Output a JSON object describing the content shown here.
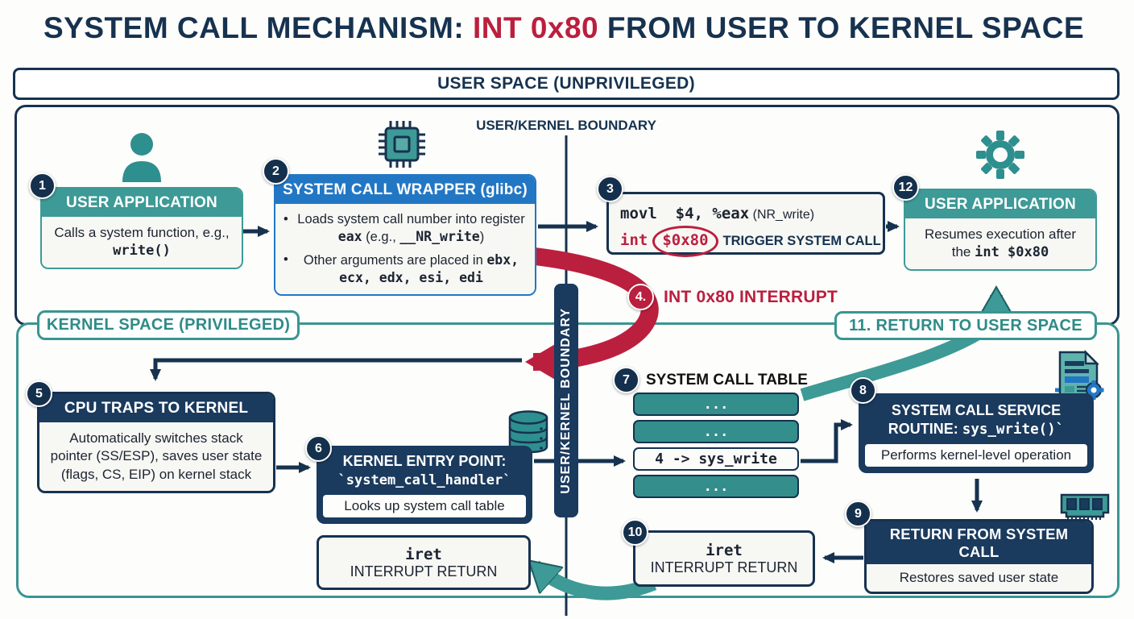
{
  "title": {
    "prefix": "SYSTEM CALL MECHANISM: ",
    "highlight": "INT 0x80",
    "suffix": " FROM USER TO KERNEL SPACE"
  },
  "zones": {
    "user_space": "USER SPACE (UNPRIVILEGED)",
    "kernel_space": "KERNEL SPACE (PRIVILEGED)",
    "boundary_top": "USER/KERNEL BOUNDARY",
    "boundary_bar": "USER/KERNEL BOUNDARY",
    "return_to_user": "11. RETURN TO USER SPACE"
  },
  "colors": {
    "navy": "#16324f",
    "teal": "#3d9a96",
    "blue": "#2277c4",
    "crimson": "#bb1f3e"
  },
  "steps": {
    "s1": {
      "badge": "1",
      "title": "USER APPLICATION",
      "body": "Calls a system function, e.g., ",
      "code": "write()"
    },
    "s2": {
      "badge": "2",
      "title": "SYSTEM CALL WRAPPER (glibc)",
      "b1_pre": "Loads system call number into register ",
      "b1_code": "eax",
      "b1_mid": " (e.g., ",
      "b1_code2": "__NR_write",
      "b1_post": ")",
      "b2_pre": "Other arguments are placed in ",
      "b2_code": "ebx, ecx, edx, esi, edi"
    },
    "s3": {
      "badge": "3",
      "code1": "movl  $4, %eax",
      "note1": "(NR_write)",
      "code2": "int",
      "circled": "$0x80",
      "note2": "TRIGGER SYSTEM CALL"
    },
    "s4": {
      "badge": "4.",
      "label": "INT 0x80 INTERRUPT"
    },
    "s5": {
      "badge": "5",
      "title": "CPU TRAPS TO KERNEL",
      "body": "Automatically switches stack pointer (SS/ESP), saves user state (flags, CS, EIP) on kernel stack"
    },
    "s6": {
      "badge": "6",
      "title": "KERNEL ENTRY POINT:",
      "code": "`system_call_handler`",
      "body": "Looks up system call table"
    },
    "s7": {
      "badge": "7",
      "title": "SYSTEM CALL TABLE",
      "rows": [
        {
          "text": "..."
        },
        {
          "text": "..."
        },
        {
          "text": "4 -> sys_write"
        },
        {
          "text": "..."
        }
      ]
    },
    "s8": {
      "badge": "8",
      "title": "SYSTEM CALL SERVICE ROUTINE: ",
      "code": "sys_write()`",
      "body": "Performs kernel-level operation"
    },
    "s9": {
      "badge": "9",
      "title": "RETURN FROM SYSTEM CALL",
      "body": "Restores saved user state"
    },
    "s10": {
      "badge": "10",
      "code": "iret",
      "label": "INTERRUPT RETURN"
    },
    "s12": {
      "badge": "12",
      "title": "USER APPLICATION",
      "body": "Resumes execution after the ",
      "code": "int $0x80"
    }
  },
  "iret_left": {
    "code": "iret",
    "label": "INTERRUPT RETURN"
  }
}
